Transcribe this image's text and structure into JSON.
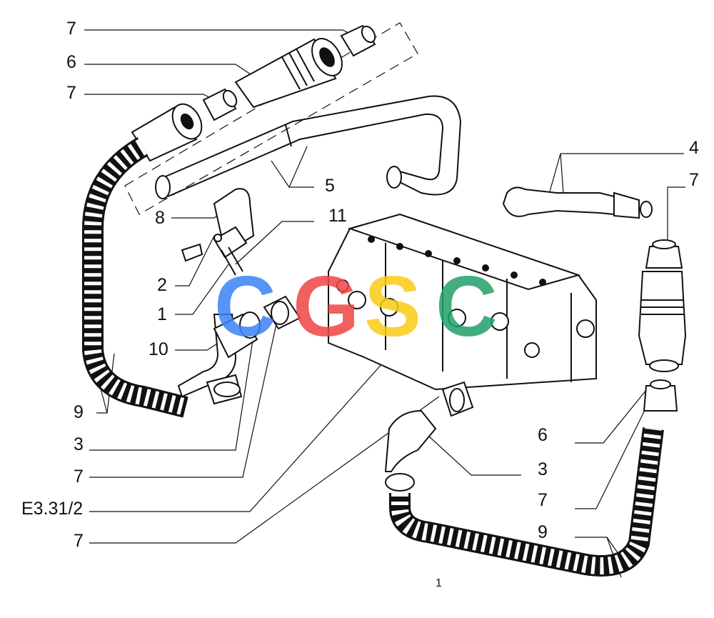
{
  "figure_number": "1",
  "watermark_text": "CGSC",
  "watermark_colors": [
    "#3b82f6",
    "#ef4444",
    "#facc15",
    "#22a06b"
  ],
  "line_color": "#111111",
  "callouts": {
    "l7_top": "7",
    "l6_top": "6",
    "l7_second": "7",
    "l8": "8",
    "l11": "11",
    "l5": "5",
    "l2": "2",
    "l1": "1",
    "l10": "10",
    "l9_left": "9",
    "l3_left": "3",
    "l7_left": "7",
    "ref": "E3.31/2",
    "l7_bottom": "7",
    "l4": "4",
    "l7_right_top": "7",
    "l6_right": "6",
    "l3_right": "3",
    "l7_right": "7",
    "l9_right": "9"
  }
}
